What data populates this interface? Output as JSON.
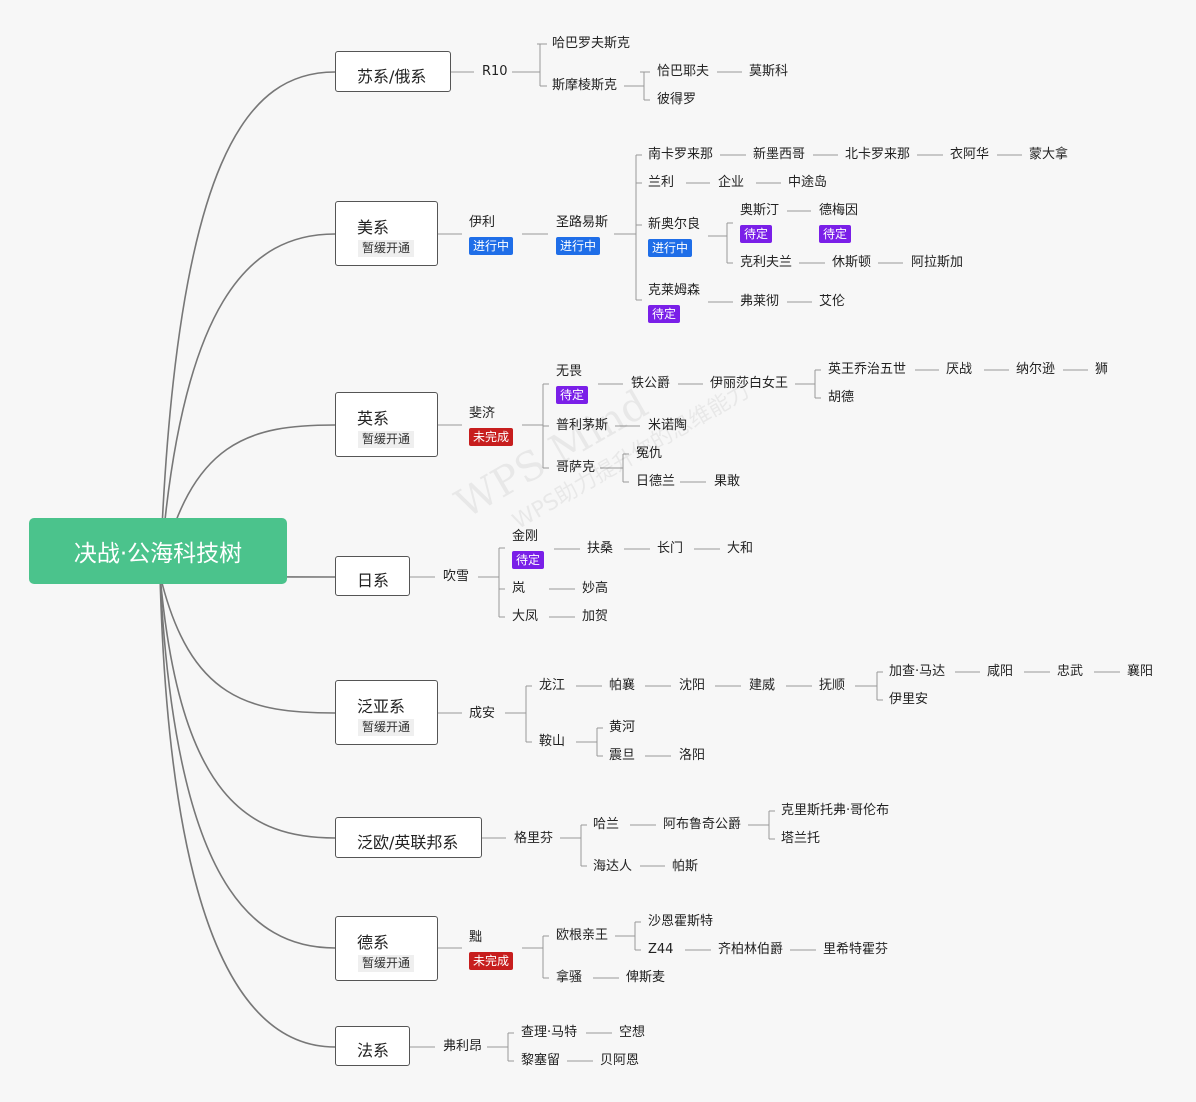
{
  "root": "决战·公海科技树",
  "status_tags": {
    "in_progress": "进行中",
    "pending": "待定",
    "incomplete": "未完成",
    "suspended": "暂缓开通"
  },
  "watermark": {
    "brand": "WPS Mind",
    "slogan": "WPS助力提升你的思维能力"
  },
  "colors": {
    "root": "#4bc38c",
    "pending": "#7a1fe8",
    "in_progress": "#1f6ee8",
    "incomplete": "#c71e1e",
    "lines": "#777777"
  },
  "branches": {
    "su": {
      "label": "苏系/俄系",
      "n1": "R10",
      "n2a": "哈巴罗夫斯克",
      "n2b": "斯摩棱斯克",
      "n3a": "恰巴耶夫",
      "n3b": "彼得罗",
      "n4": "莫斯科"
    },
    "us": {
      "label": "美系",
      "n1": "伊利",
      "n2": "圣路易斯",
      "a1": "南卡罗来那",
      "a2": "新墨西哥",
      "a3": "北卡罗来那",
      "a4": "衣阿华",
      "a5": "蒙大拿",
      "b1": "兰利",
      "b2": "企业",
      "b3": "中途岛",
      "c1": "新奥尔良",
      "c2": "奥斯汀",
      "c3": "德梅因",
      "c4": "克利夫兰",
      "c5": "休斯顿",
      "c6": "阿拉斯加",
      "d1": "克莱姆森",
      "d2": "弗莱彻",
      "d3": "艾伦"
    },
    "uk": {
      "label": "英系",
      "n1": "斐济",
      "a1": "无畏",
      "a2": "铁公爵",
      "a3": "伊丽莎白女王",
      "a4": "英王乔治五世",
      "a5": "厌战",
      "a6": "纳尔逊",
      "a7": "狮",
      "a8": "胡德",
      "b1": "普利茅斯",
      "b2": "米诺陶",
      "c1": "哥萨克",
      "c2": "冤仇",
      "c3": "日德兰",
      "c4": "果敢"
    },
    "jp": {
      "label": "日系",
      "n1": "吹雪",
      "a1": "金刚",
      "a2": "扶桑",
      "a3": "长门",
      "a4": "大和",
      "b1": "岚",
      "b2": "妙高",
      "c1": "大凤",
      "c2": "加贺"
    },
    "pa": {
      "label": "泛亚系",
      "n1": "成安",
      "a1": "龙江",
      "a2": "帕襄",
      "a3": "沈阳",
      "a4": "建威",
      "a5": "抚顺",
      "a6": "加查·马达",
      "a7": "咸阳",
      "a8": "忠武",
      "a9": "襄阳",
      "a10": "伊里安",
      "b1": "鞍山",
      "b2": "黄河",
      "b3": "震旦",
      "b4": "洛阳"
    },
    "eu": {
      "label": "泛欧/英联邦系",
      "n1": "格里芬",
      "a1": "哈兰",
      "a2": "阿布鲁奇公爵",
      "a3": "克里斯托弗·哥伦布",
      "a4": "塔兰托",
      "b1": "海达人",
      "b2": "帕斯"
    },
    "de": {
      "label": "德系",
      "n1": "黜",
      "a1": "欧根亲王",
      "a2": "沙恩霍斯特",
      "a3": "Z44",
      "a4": "齐柏林伯爵",
      "a5": "里希特霍芬",
      "b1": "拿骚",
      "b2": "俾斯麦"
    },
    "fr": {
      "label": "法系",
      "n1": "弗利昂",
      "a1": "查理·马特",
      "a2": "空想",
      "b1": "黎塞留",
      "b2": "贝阿恩"
    }
  }
}
